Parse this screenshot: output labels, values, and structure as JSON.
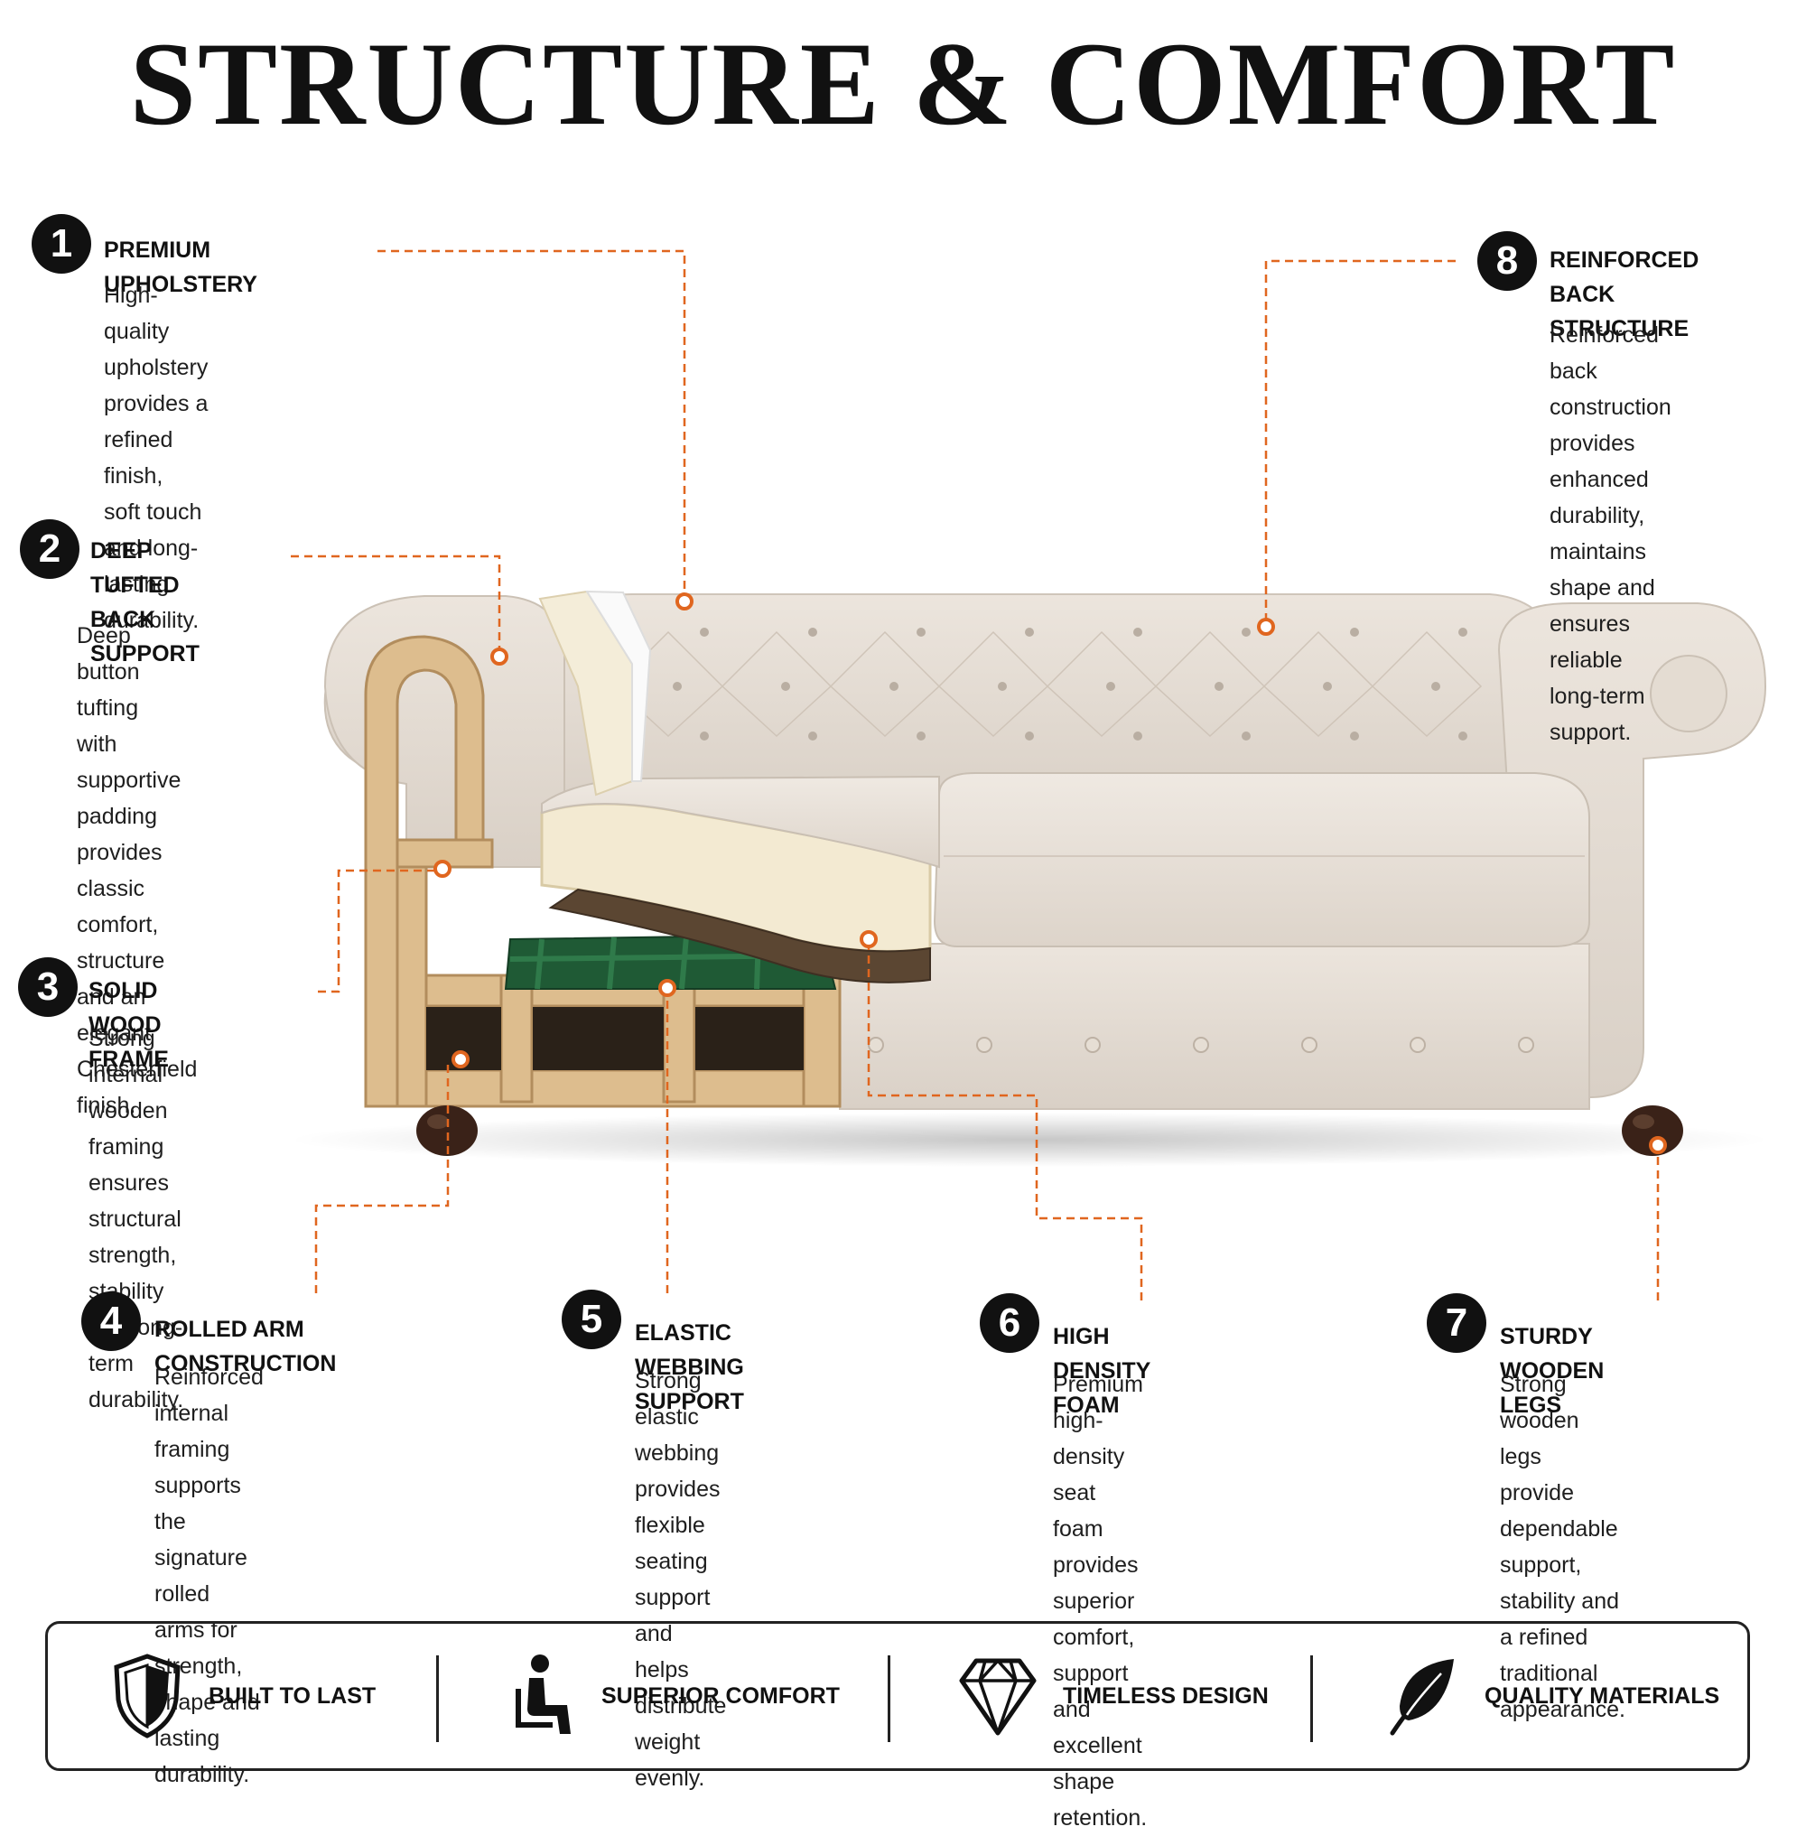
{
  "title": "STRUCTURE & COMFORT",
  "colors": {
    "accent": "#e0661f",
    "badge": "#111111",
    "fabric": "#e8e0d8",
    "wood": "#ddbd8e",
    "webbing": "#1f5a35",
    "foam": "#f3ead2"
  },
  "callouts": [
    {
      "number": "1",
      "heading_lines": [
        "PREMIUM UPHOLSTERY"
      ],
      "body_lines": [
        "High-quality upholstery",
        "provides a refined finish,",
        "soft touch and long-",
        "lasting durability."
      ]
    },
    {
      "number": "2",
      "heading_lines": [
        "DEEP TUFTED",
        "BACK SUPPORT"
      ],
      "body_lines": [
        "Deep button tufting",
        "with supportive",
        "padding provides",
        "classic comfort,",
        "structure and an",
        "elegant Chesterfield",
        "finish."
      ]
    },
    {
      "number": "3",
      "heading_lines": [
        "SOLID WOOD FRAME"
      ],
      "body_lines": [
        "Strong internal",
        "wooden framing",
        "ensures structural",
        "strength, stability",
        "and long-term",
        "durability."
      ]
    },
    {
      "number": "4",
      "heading_lines": [
        "ROLLED ARM CONSTRUCTION"
      ],
      "body_lines": [
        "Reinforced internal framing",
        "supports the signature",
        "rolled arms for strength,",
        "shape and lasting",
        "durability."
      ]
    },
    {
      "number": "5",
      "heading_lines": [
        "ELASTIC WEBBING SUPPORT"
      ],
      "body_lines": [
        "Strong elastic webbing",
        "provides flexible seating",
        "support and helps",
        "distribute weight evenly."
      ]
    },
    {
      "number": "6",
      "heading_lines": [
        "HIGH DENSITY FOAM"
      ],
      "body_lines": [
        "Premium high-density",
        "seat foam provides",
        "superior comfort, support",
        "and excellent shape",
        "retention."
      ]
    },
    {
      "number": "7",
      "heading_lines": [
        "STURDY WOODEN LEGS"
      ],
      "body_lines": [
        "Strong wooden legs",
        "provide dependable",
        "support, stability and",
        "a refined traditional",
        "appearance."
      ]
    },
    {
      "number": "8",
      "heading_lines": [
        "REINFORCED BACK",
        "STRUCTURE"
      ],
      "body_lines": [
        "Reinforced back",
        "construction provides",
        "enhanced durability,",
        "maintains shape and",
        "ensures reliable",
        "long-term support."
      ]
    }
  ],
  "features": [
    {
      "label": "BUILT TO LAST",
      "icon": "shield-icon"
    },
    {
      "label": "SUPERIOR COMFORT",
      "icon": "seated-person-icon"
    },
    {
      "label": "TIMELESS DESIGN",
      "icon": "diamond-icon"
    },
    {
      "label": "QUALITY MATERIALS",
      "icon": "leaf-icon"
    }
  ]
}
